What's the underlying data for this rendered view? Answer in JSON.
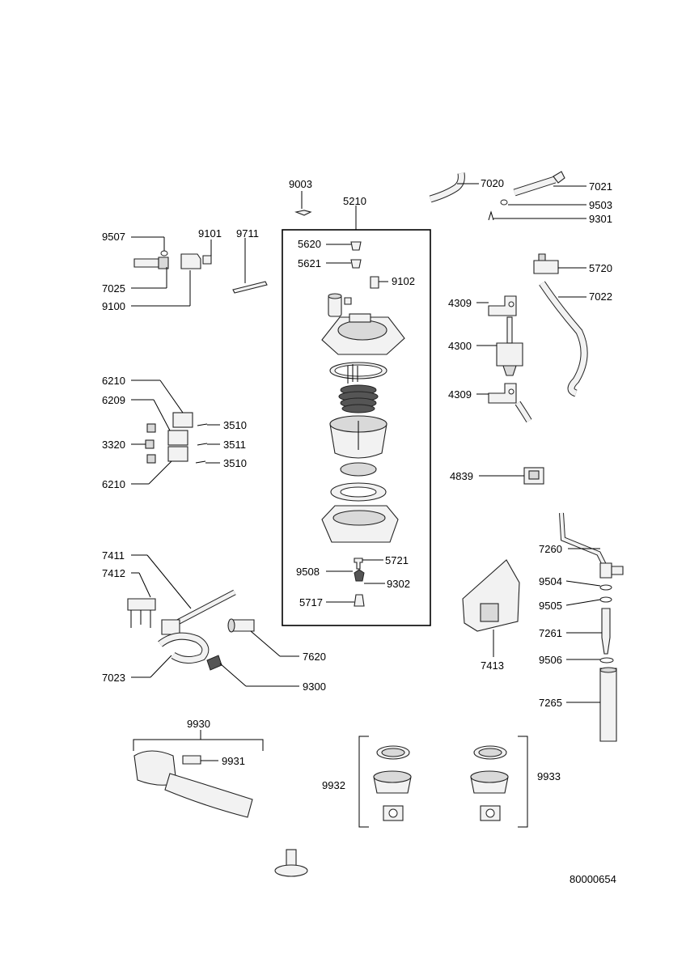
{
  "drawing_number": "80000654",
  "labels": {
    "l9003": "9003",
    "l5210": "5210",
    "l7020": "7020",
    "l7021": "7021",
    "l9503": "9503",
    "l9301": "9301",
    "l9507": "9507",
    "l9101": "9101",
    "l9711": "9711",
    "l7025": "7025",
    "l9100": "9100",
    "l5620": "5620",
    "l5621": "5621",
    "l9102": "9102",
    "l5720": "5720",
    "l7022": "7022",
    "l4309a": "4309",
    "l4300": "4300",
    "l4309b": "4309",
    "l6210a": "6210",
    "l6209": "6209",
    "l3510a": "3510",
    "l3320": "3320",
    "l3511": "3511",
    "l3510b": "3510",
    "l6210b": "6210",
    "l4839": "4839",
    "l7260": "7260",
    "l7411": "7411",
    "l7412": "7412",
    "l5721": "5721",
    "l9508": "9508",
    "l9302": "9302",
    "l5717": "5717",
    "l9504": "9504",
    "l9505": "9505",
    "l7261": "7261",
    "l7620": "7620",
    "l7413": "7413",
    "l9506": "9506",
    "l7023": "7023",
    "l9300": "9300",
    "l7265": "7265",
    "l9930": "9930",
    "l9931": "9931",
    "l9932": "9932",
    "l9933": "9933"
  }
}
